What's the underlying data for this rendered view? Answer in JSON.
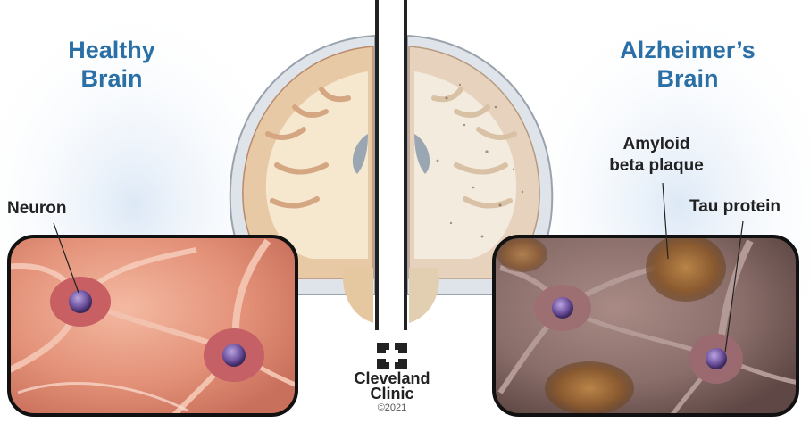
{
  "titles": {
    "healthy": [
      "Healthy",
      "Brain"
    ],
    "alzheimers": [
      "Alzheimer’s",
      "Brain"
    ]
  },
  "labels": {
    "neuron": "Neuron",
    "amyloid": [
      "Amyloid",
      "beta plaque"
    ],
    "tau": "Tau protein"
  },
  "logo": {
    "line1": "Cleveland",
    "line2": "Clinic",
    "copyright": "©2021"
  },
  "colors": {
    "title_blue": "#2a6fa6",
    "brain_tissue": "#f6e7cf",
    "brain_gray_matter": "#e8c9a6",
    "healthy_neuron_bg": "#e9a089",
    "alz_neuron_bg": "#8a6e6a",
    "plaque": "#9a6a3a"
  }
}
